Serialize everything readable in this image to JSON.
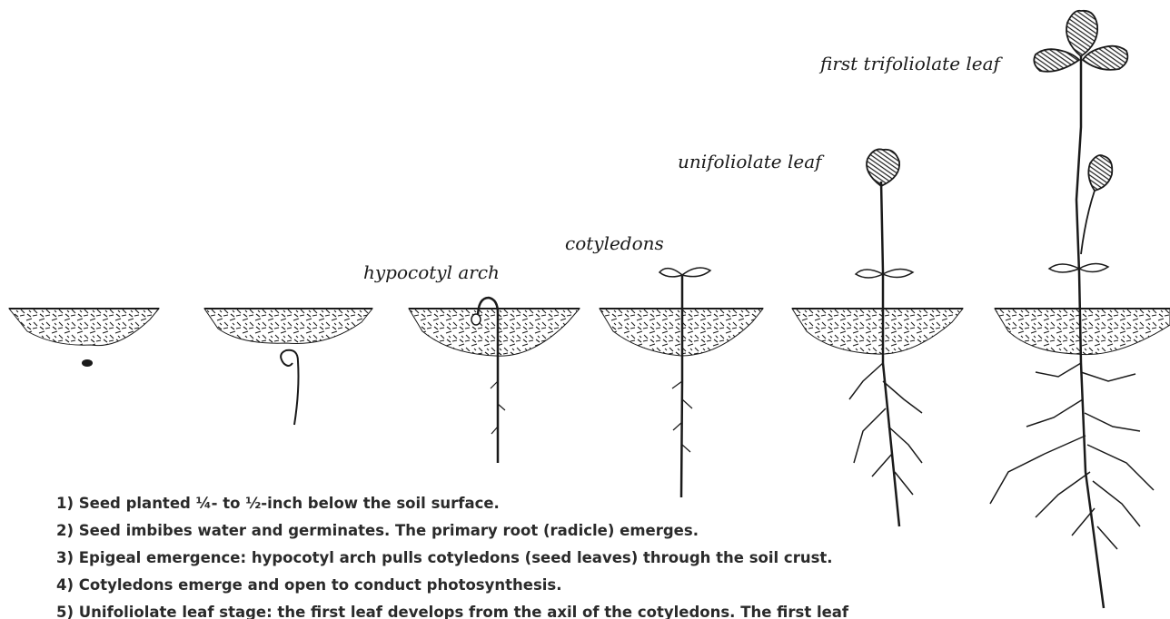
{
  "labels": {
    "hypocotyl_arch": "hypocotyl arch",
    "cotyledons": "cotyledons",
    "unifoliolate_leaf": "unifoliolate leaf",
    "first_trifoliolate_leaf": "first trifoliolate leaf"
  },
  "steps": [
    "1) Seed planted ¼- to ½-inch below the soil surface.",
    "2) Seed imbibes water and germinates. The primary root (radicle) emerges.",
    "3) Epigeal emergence: hypocotyl arch pulls cotyledons (seed leaves) through the soil crust.",
    "4) Cotyledons emerge and open to conduct photosynthesis.",
    "5) Unifoliolate leaf stage: the first leaf develops from the axil of the cotyledons. The first leaf"
  ],
  "colors": {
    "ink": "#1a1a1a",
    "background": "#ffffff"
  }
}
